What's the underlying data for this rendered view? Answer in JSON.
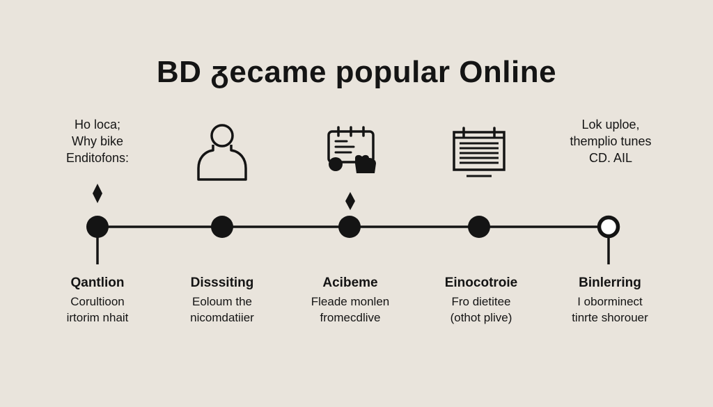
{
  "title": "BD ᵹecame popular Online",
  "left_note": [
    "Ho loca;",
    "Why bike",
    "Enditofons:"
  ],
  "right_note": [
    "Lok uploe,",
    "themplio tunes",
    "CD. AIL"
  ],
  "stages": [
    {
      "heading": "Qantlion",
      "lines": [
        "Corultioon",
        "irtorim nhait"
      ],
      "icon": "person-icon",
      "marker": "filled"
    },
    {
      "heading": "Disssiting",
      "lines": [
        "Eoloum the",
        "nicomdatiier"
      ],
      "icon": "person-icon",
      "marker": "filled"
    },
    {
      "heading": "Acibeme",
      "lines": [
        "Fleade monlen",
        "fromecdlive"
      ],
      "icon": "calendar-list-icon",
      "marker": "filled"
    },
    {
      "heading": "Einocotroie",
      "lines": [
        "Fro dietitee",
        "(othot plive)"
      ],
      "icon": "calendar-icon",
      "marker": "filled"
    },
    {
      "heading": "Binlerring",
      "lines": [
        "I oborminect",
        "tinrte shorouer"
      ],
      "icon": "",
      "marker": "hollow"
    }
  ],
  "colors": {
    "background": "#e9e4dc",
    "ink": "#141414"
  }
}
